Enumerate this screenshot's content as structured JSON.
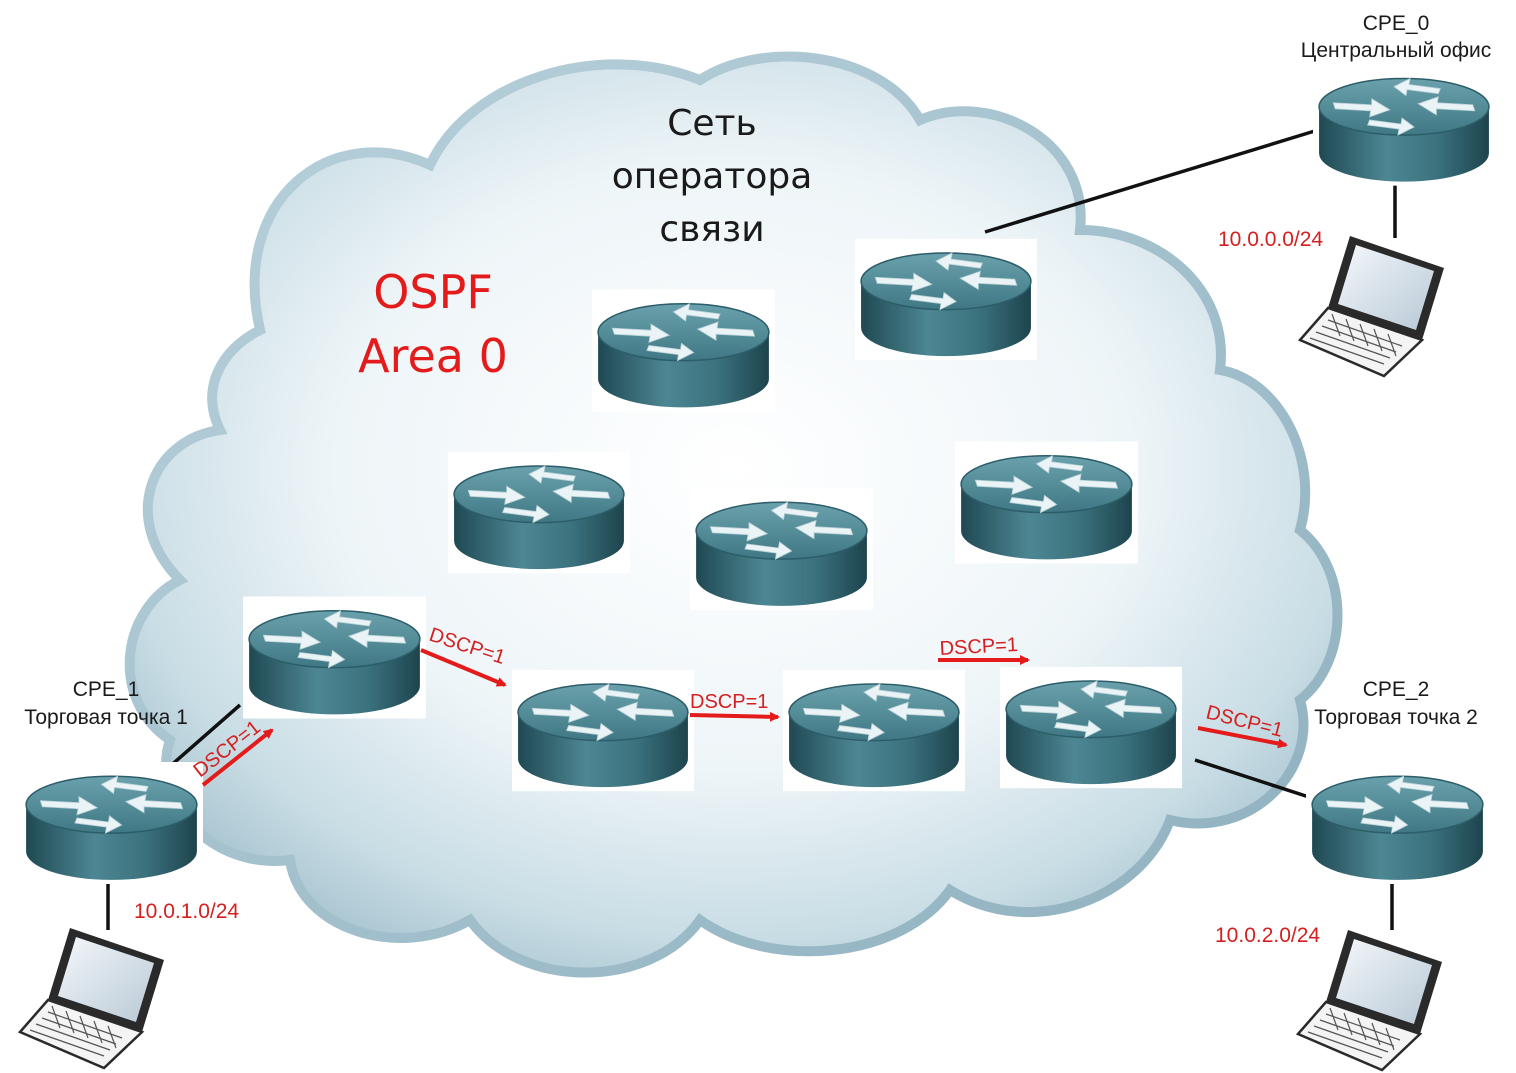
{
  "cloud": {
    "title_lines": [
      "Сеть",
      "оператора",
      "связи"
    ],
    "area_lines": [
      "OSPF",
      "Area 0"
    ]
  },
  "sites": {
    "cpe0": {
      "name": "CPE_0",
      "desc": "Центральный офис",
      "subnet": "10.0.0.0/24"
    },
    "cpe1": {
      "name": "CPE_1",
      "desc": "Торговая точка 1",
      "subnet": "10.0.1.0/24"
    },
    "cpe2": {
      "name": "CPE_2",
      "desc": "Торговая точка 2",
      "subnet": "10.0.2.0/24"
    }
  },
  "dscp_label": "DSCP=1",
  "colors": {
    "router_top": "#4f8a96",
    "router_side": "#2c5d69",
    "arrow_red": "#e31b1b",
    "label_red": "#d42020",
    "link": "#111111"
  },
  "icons": [
    "router-icon",
    "laptop-icon",
    "cloud-shape"
  ]
}
